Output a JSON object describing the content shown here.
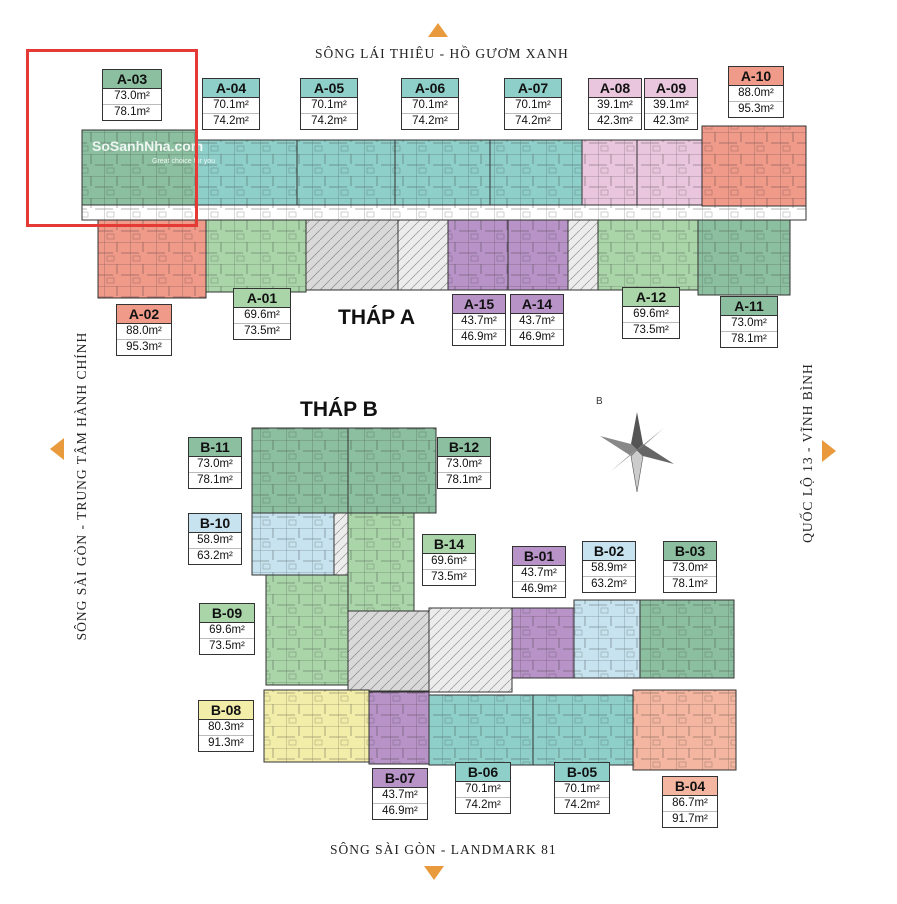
{
  "colors": {
    "teal": "#8fcfc9",
    "green": "#a9d5a9",
    "dark_green": "#8cbfa0",
    "salmon": "#f09a8a",
    "pink": "#e9c6dd",
    "purple": "#b793c7",
    "light_blue": "#c7e3ef",
    "yellow": "#f2eeaa",
    "peach": "#f4b6a0",
    "gray_core": "#d9d9d9",
    "arrow": "#e89a3c",
    "highlight": "#e53935"
  },
  "directions": {
    "top": "SÔNG LÁI THIÊU - HỒ GƯƠM XANH",
    "bottom": "SÔNG SÀI GÒN - LANDMARK 81",
    "left": "SÔNG SÀI GÒN - TRUNG TÂM HÀNH CHÍNH",
    "right": "QUỐC LỘ 13 - VĨNH BÌNH"
  },
  "towers": {
    "a": "THÁP A",
    "b": "THÁP B"
  },
  "compass": {
    "letter": "B"
  },
  "watermark": {
    "brand": "SoSanhNha.com",
    "tagline": "Great choice for you"
  },
  "units": [
    {
      "code": "A-03",
      "a1": "73.0m²",
      "a2": "78.1m²",
      "color": "dark_green",
      "highlight": true
    },
    {
      "code": "A-04",
      "a1": "70.1m²",
      "a2": "74.2m²",
      "color": "teal"
    },
    {
      "code": "A-05",
      "a1": "70.1m²",
      "a2": "74.2m²",
      "color": "teal"
    },
    {
      "code": "A-06",
      "a1": "70.1m²",
      "a2": "74.2m²",
      "color": "teal"
    },
    {
      "code": "A-07",
      "a1": "70.1m²",
      "a2": "74.2m²",
      "color": "teal"
    },
    {
      "code": "A-08",
      "a1": "39.1m²",
      "a2": "42.3m²",
      "color": "pink"
    },
    {
      "code": "A-09",
      "a1": "39.1m²",
      "a2": "42.3m²",
      "color": "pink"
    },
    {
      "code": "A-10",
      "a1": "88.0m²",
      "a2": "95.3m²",
      "color": "salmon"
    },
    {
      "code": "A-02",
      "a1": "88.0m²",
      "a2": "95.3m²",
      "color": "salmon"
    },
    {
      "code": "A-01",
      "a1": "69.6m²",
      "a2": "73.5m²",
      "color": "green"
    },
    {
      "code": "A-15",
      "a1": "43.7m²",
      "a2": "46.9m²",
      "color": "purple"
    },
    {
      "code": "A-14",
      "a1": "43.7m²",
      "a2": "46.9m²",
      "color": "purple"
    },
    {
      "code": "A-12",
      "a1": "69.6m²",
      "a2": "73.5m²",
      "color": "green"
    },
    {
      "code": "A-11",
      "a1": "73.0m²",
      "a2": "78.1m²",
      "color": "dark_green"
    },
    {
      "code": "B-11",
      "a1": "73.0m²",
      "a2": "78.1m²",
      "color": "dark_green"
    },
    {
      "code": "B-12",
      "a1": "73.0m²",
      "a2": "78.1m²",
      "color": "dark_green"
    },
    {
      "code": "B-10",
      "a1": "58.9m²",
      "a2": "63.2m²",
      "color": "light_blue"
    },
    {
      "code": "B-14",
      "a1": "69.6m²",
      "a2": "73.5m²",
      "color": "green"
    },
    {
      "code": "B-01",
      "a1": "43.7m²",
      "a2": "46.9m²",
      "color": "purple"
    },
    {
      "code": "B-02",
      "a1": "58.9m²",
      "a2": "63.2m²",
      "color": "light_blue"
    },
    {
      "code": "B-03",
      "a1": "73.0m²",
      "a2": "78.1m²",
      "color": "dark_green"
    },
    {
      "code": "B-09",
      "a1": "69.6m²",
      "a2": "73.5m²",
      "color": "green"
    },
    {
      "code": "B-08",
      "a1": "80.3m²",
      "a2": "91.3m²",
      "color": "yellow"
    },
    {
      "code": "B-07",
      "a1": "43.7m²",
      "a2": "46.9m²",
      "color": "purple"
    },
    {
      "code": "B-06",
      "a1": "70.1m²",
      "a2": "74.2m²",
      "color": "teal"
    },
    {
      "code": "B-05",
      "a1": "70.1m²",
      "a2": "74.2m²",
      "color": "teal"
    },
    {
      "code": "B-04",
      "a1": "86.7m²",
      "a2": "91.7m²",
      "color": "peach"
    }
  ]
}
